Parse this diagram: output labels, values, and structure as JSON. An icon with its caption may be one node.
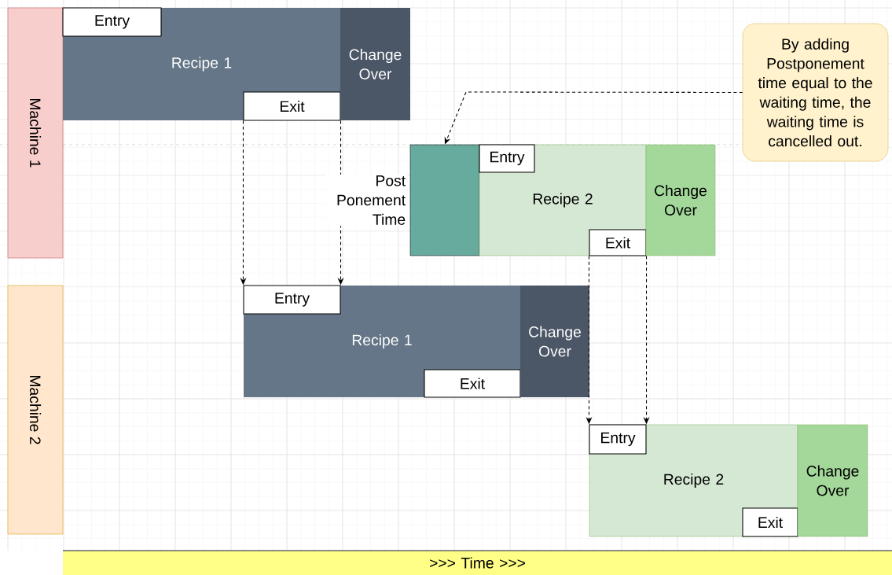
{
  "diagram": {
    "nodes": [
      {
        "text": [
          "Machine 1"
        ]
      },
      {
        "text": [
          "Recipe 1"
        ]
      },
      {
        "text": [
          "Entry"
        ],
        "in": 1
      },
      {
        "text": [
          "Exit"
        ],
        "in": 1
      },
      {
        "text": [
          "Change Over"
        ]
      },
      {
        "text": [],
        "shape": "box",
        "beside": [
          "Post Ponement Time"
        ]
      },
      {
        "text": [
          "Recipe 2"
        ]
      },
      {
        "text": [
          "Entry"
        ],
        "in": 6
      },
      {
        "text": [
          "Exit"
        ],
        "in": 6
      },
      {
        "text": [
          "Change Over"
        ]
      },
      {
        "text": [
          "By adding Postponement time equal to the waiting time, the waiting time is cancelled out."
        ]
      },
      {
        "text": [
          "Machine 2"
        ]
      },
      {
        "text": [
          "Recipe 1"
        ]
      },
      {
        "text": [
          "Entry"
        ],
        "in": 12
      },
      {
        "text": [
          "Exit"
        ],
        "in": 12
      },
      {
        "text": [
          "Change Over"
        ]
      },
      {
        "text": [
          "Recipe 2"
        ]
      },
      {
        "text": [
          "Entry"
        ],
        "in": 16
      },
      {
        "text": [
          "Exit"
        ],
        "in": 16
      },
      {
        "text": [
          "Change Over"
        ]
      },
      {
        "text": [
          ">>> Time >>>"
        ]
      }
    ],
    "edges": [
      {
        "from": 3,
        "to": 13,
        "arrow": "to",
        "style": "dashed"
      },
      {
        "from": 3,
        "to": 13,
        "arrow": "to",
        "style": "dashed"
      },
      {
        "from": 8,
        "to": 17,
        "arrow": "to",
        "style": "dashed"
      },
      {
        "from": 8,
        "to": 17,
        "arrow": "to",
        "style": "dashed"
      },
      {
        "from": 10,
        "to": 5,
        "arrow": "to",
        "style": "dashed"
      }
    ]
  }
}
